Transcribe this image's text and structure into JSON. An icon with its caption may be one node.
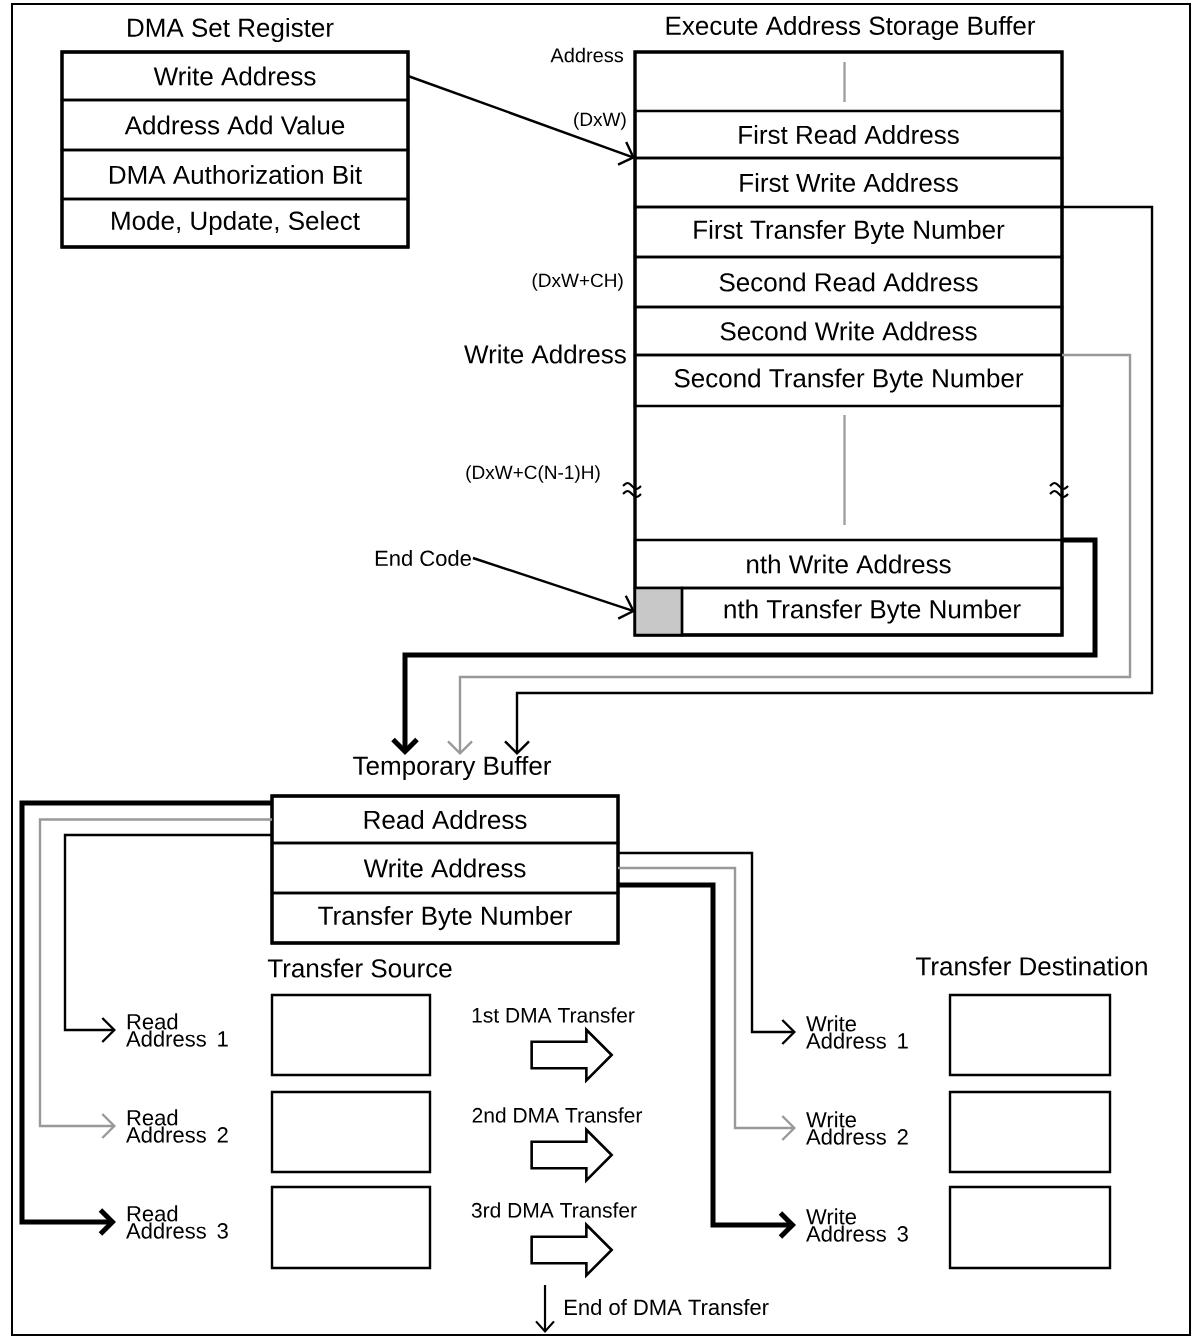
{
  "diagram": {
    "nodes": [
      {
        "text": [
          "DMA Set Register"
        ]
      },
      {
        "text": [
          "Write Address"
        ],
        "in": 0
      },
      {
        "text": [
          "Address Add Value"
        ],
        "in": 0
      },
      {
        "text": [
          "DMA Authorization Bit"
        ],
        "in": 0
      },
      {
        "text": [
          "Mode, Update, Select"
        ],
        "in": 0
      },
      {
        "text": [
          "Execute Address Storage Buffer"
        ]
      },
      {
        "text": [
          "First Read Address"
        ],
        "in": 5
      },
      {
        "text": [
          "First Write Address"
        ],
        "in": 5
      },
      {
        "text": [
          "First Transfer Byte Number"
        ],
        "in": 5
      },
      {
        "text": [
          "Second Read Address"
        ],
        "in": 5
      },
      {
        "text": [
          "Second Write Address"
        ],
        "in": 5
      },
      {
        "text": [
          "Second Transfer Byte Number"
        ],
        "in": 5
      },
      {
        "text": [
          "nth Write Address"
        ],
        "in": 5
      },
      {
        "text": [],
        "shape": "box",
        "in": 5
      },
      {
        "text": [
          "nth Transfer Byte Number"
        ],
        "in": 5
      },
      {
        "text": [
          "End Code"
        ]
      },
      {
        "text": [
          "Temporary Buffer"
        ]
      },
      {
        "text": [
          "Read Address"
        ],
        "in": 16
      },
      {
        "text": [
          "Write Address"
        ],
        "in": 16
      },
      {
        "text": [
          "Transfer Byte Number"
        ],
        "in": 16
      },
      {
        "text": [
          "Read Address 1"
        ]
      },
      {
        "text": [
          "Read Address 2"
        ]
      },
      {
        "text": [
          "Read Address 3"
        ]
      },
      {
        "text": [],
        "shape": "box"
      },
      {
        "text": [],
        "shape": "box"
      },
      {
        "text": [],
        "shape": "box"
      },
      {
        "text": [
          "Write Address 1"
        ]
      },
      {
        "text": [
          "Write Address 2"
        ]
      },
      {
        "text": [
          "Write Address 3"
        ]
      },
      {
        "text": [],
        "shape": "box"
      },
      {
        "text": [],
        "shape": "box"
      },
      {
        "text": [],
        "shape": "box"
      }
    ],
    "edges": [
      {
        "from": 1,
        "to": 6,
        "arrow": "to"
      },
      {
        "from": 15,
        "to": 13,
        "arrow": "to"
      },
      {
        "from": 7,
        "to": 16,
        "arrow": "to"
      },
      {
        "from": 10,
        "to": 16,
        "arrow": "to",
        "color": "#999999"
      },
      {
        "from": 12,
        "to": 16,
        "arrow": "to",
        "style": "thick"
      },
      {
        "from": 17,
        "to": 22,
        "arrow": "to",
        "style": "thick"
      },
      {
        "from": 17,
        "to": 21,
        "arrow": "to",
        "color": "#999999"
      },
      {
        "from": 17,
        "to": 20,
        "arrow": "to"
      },
      {
        "from": 18,
        "to": 26,
        "arrow": "to"
      },
      {
        "from": 18,
        "to": 27,
        "arrow": "to",
        "color": "#999999"
      },
      {
        "from": 18,
        "to": 28,
        "arrow": "to",
        "style": "thick"
      }
    ],
    "labels": [
      "Address",
      "(DxW)",
      "(DxW+CH)",
      "Write Address",
      "(DxW+C(N-1)H)",
      "Transfer Source",
      "Transfer Destination",
      "1st DMA Transfer",
      "2nd DMA Transfer",
      "3rd DMA Transfer",
      "End of DMA Transfer"
    ]
  }
}
